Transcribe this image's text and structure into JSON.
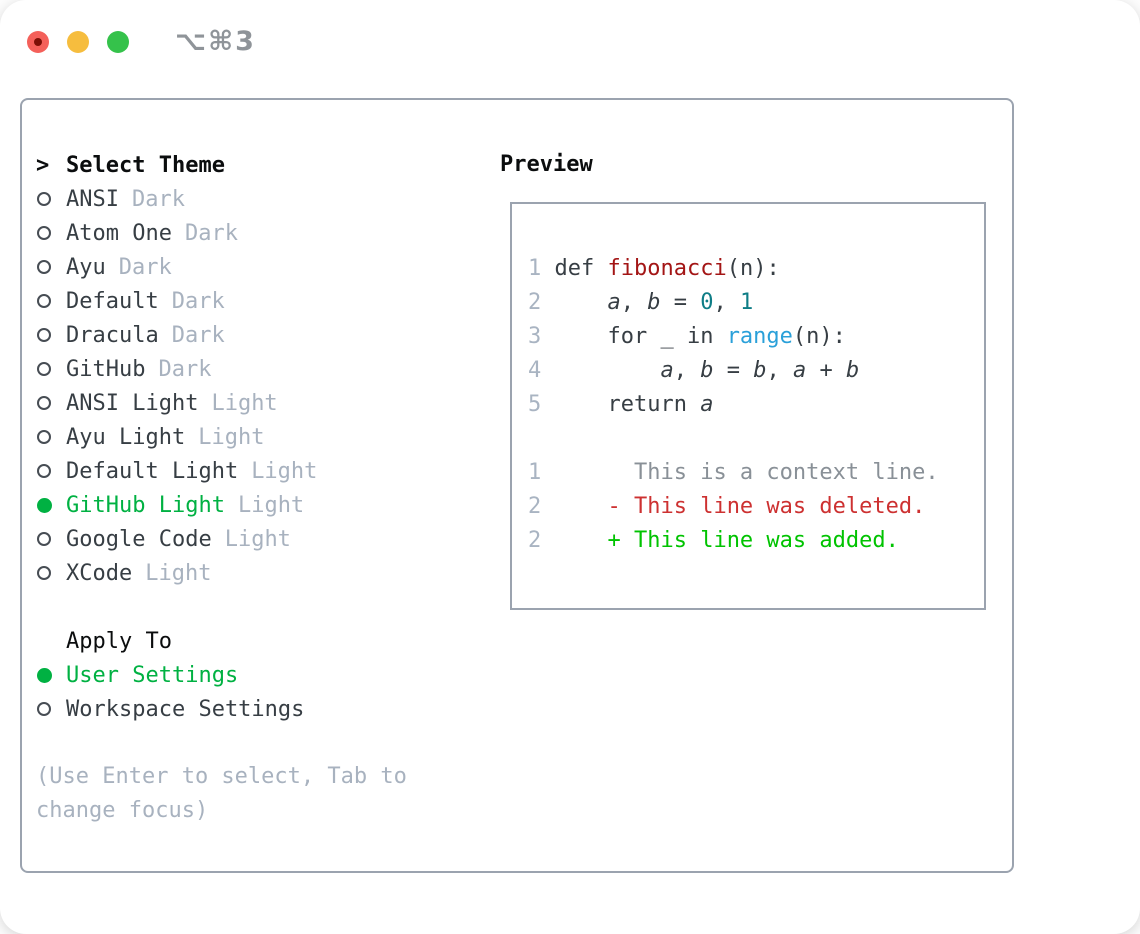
{
  "window": {
    "title": "⌥⌘3"
  },
  "colors": {
    "accent-green": "#00b142",
    "added-green": "#00c300",
    "deleted-red": "#cd3131",
    "function-red": "#a31515",
    "number-teal": "#0e7d86",
    "builtin-blue": "#2aa0d9",
    "text-dark": "#373e44",
    "header-black": "#0b0d0e",
    "muted-gray": "#a8b2bf",
    "line-number-gray": "#a9b4c2",
    "context-gray": "#899097",
    "border-gray": "#9ba3af",
    "title-gray": "#8f9499",
    "traffic-red": "#f4605a",
    "traffic-yellow": "#f6bd3e",
    "traffic-green": "#35c24b"
  },
  "theme_selector": {
    "pointer": ">",
    "header": "Select Theme",
    "themes": [
      {
        "name": "ANSI",
        "variant": "Dark",
        "selected": false
      },
      {
        "name": "Atom One",
        "variant": "Dark",
        "selected": false
      },
      {
        "name": "Ayu",
        "variant": "Dark",
        "selected": false
      },
      {
        "name": "Default",
        "variant": "Dark",
        "selected": false
      },
      {
        "name": "Dracula",
        "variant": "Dark",
        "selected": false
      },
      {
        "name": "GitHub",
        "variant": "Dark",
        "selected": false
      },
      {
        "name": "ANSI Light",
        "variant": "Light",
        "selected": false
      },
      {
        "name": "Ayu Light",
        "variant": "Light",
        "selected": false
      },
      {
        "name": "Default Light",
        "variant": "Light",
        "selected": false
      },
      {
        "name": "GitHub Light",
        "variant": "Light",
        "selected": true
      },
      {
        "name": "Google Code",
        "variant": "Light",
        "selected": false
      },
      {
        "name": "XCode",
        "variant": "Light",
        "selected": false
      }
    ]
  },
  "apply_to": {
    "header": "Apply To",
    "options": [
      {
        "label": "User Settings",
        "selected": true
      },
      {
        "label": "Workspace Settings",
        "selected": false
      }
    ]
  },
  "hint_lines": [
    "(Use Enter to select, Tab to",
    "change focus)"
  ],
  "preview": {
    "header": "Preview",
    "lines": [
      {
        "tokens": [
          {
            "t": "1 ",
            "c": "ln"
          },
          {
            "t": "def ",
            "c": "pl"
          },
          {
            "t": "fibonacci",
            "c": "fn"
          },
          {
            "t": "(n):",
            "c": "pl"
          }
        ]
      },
      {
        "tokens": [
          {
            "t": "2 ",
            "c": "ln"
          },
          {
            "t": "    ",
            "c": "pl"
          },
          {
            "t": "a",
            "c": "var"
          },
          {
            "t": ", ",
            "c": "pl"
          },
          {
            "t": "b",
            "c": "var"
          },
          {
            "t": " = ",
            "c": "pl"
          },
          {
            "t": "0",
            "c": "num"
          },
          {
            "t": ", ",
            "c": "pl"
          },
          {
            "t": "1",
            "c": "num"
          }
        ]
      },
      {
        "tokens": [
          {
            "t": "3 ",
            "c": "ln"
          },
          {
            "t": "    for _ in ",
            "c": "pl"
          },
          {
            "t": "range",
            "c": "bi"
          },
          {
            "t": "(n):",
            "c": "pl"
          }
        ]
      },
      {
        "tokens": [
          {
            "t": "4 ",
            "c": "ln"
          },
          {
            "t": "        ",
            "c": "pl"
          },
          {
            "t": "a",
            "c": "var"
          },
          {
            "t": ", ",
            "c": "pl"
          },
          {
            "t": "b",
            "c": "var"
          },
          {
            "t": " = ",
            "c": "pl"
          },
          {
            "t": "b",
            "c": "var"
          },
          {
            "t": ", ",
            "c": "pl"
          },
          {
            "t": "a",
            "c": "var"
          },
          {
            "t": " + ",
            "c": "pl"
          },
          {
            "t": "b",
            "c": "var"
          }
        ]
      },
      {
        "tokens": [
          {
            "t": "5 ",
            "c": "ln"
          },
          {
            "t": "    return ",
            "c": "pl"
          },
          {
            "t": "a",
            "c": "var"
          }
        ]
      },
      {
        "tokens": []
      },
      {
        "tokens": [
          {
            "t": "1",
            "c": "ln"
          },
          {
            "t": "       ",
            "c": "pl"
          },
          {
            "t": "This is a context line.",
            "c": "ctx"
          }
        ]
      },
      {
        "tokens": [
          {
            "t": "2",
            "c": "ln"
          },
          {
            "t": "     ",
            "c": "pl"
          },
          {
            "t": "- This line was deleted.",
            "c": "del"
          }
        ]
      },
      {
        "tokens": [
          {
            "t": "2",
            "c": "ln"
          },
          {
            "t": "     ",
            "c": "pl"
          },
          {
            "t": "+ This line was added.",
            "c": "add"
          }
        ]
      }
    ]
  }
}
